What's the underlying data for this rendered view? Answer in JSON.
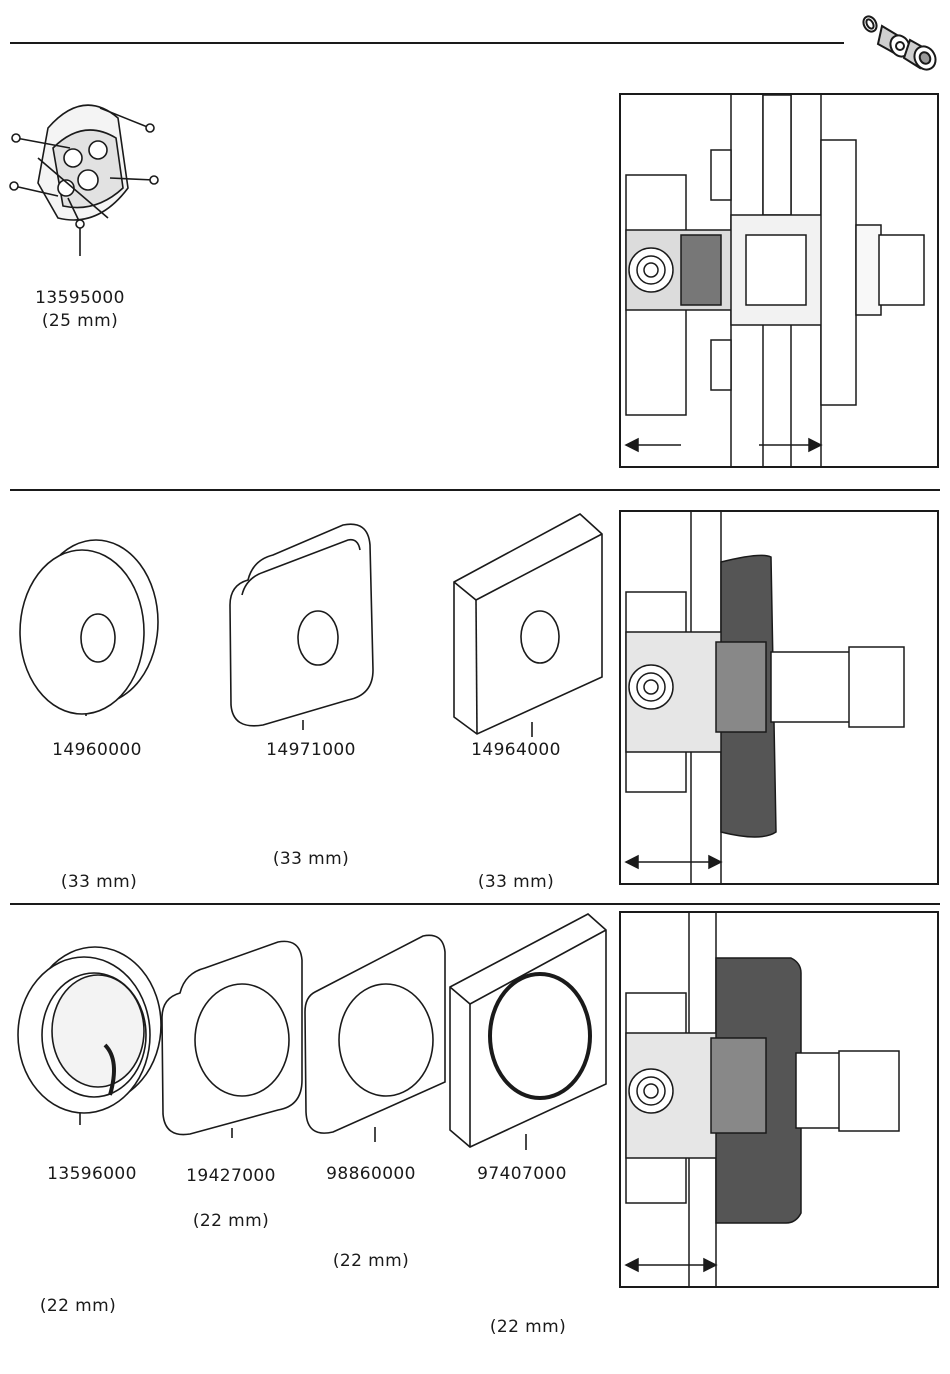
{
  "header": {
    "icon": "accessories-icon"
  },
  "sections": [
    {
      "id": "extension-set",
      "items": [
        {
          "part_number": "13595000",
          "thickness": "(25 mm)",
          "icon": "extension-set-icon"
        }
      ]
    },
    {
      "id": "escutcheons-33",
      "items": [
        {
          "part_number": "14960000",
          "thickness": "(33 mm)",
          "icon": "round-escutcheon-icon"
        },
        {
          "part_number": "14971000",
          "thickness": "(33 mm)",
          "icon": "soft-square-escutcheon-icon"
        },
        {
          "part_number": "14964000",
          "thickness": "(33 mm)",
          "icon": "square-escutcheon-icon"
        }
      ]
    },
    {
      "id": "escutcheons-22",
      "items": [
        {
          "part_number": "13596000",
          "thickness": "(22 mm)",
          "icon": "round-trim-ring-icon"
        },
        {
          "part_number": "19427000",
          "thickness": "(22 mm)",
          "icon": "soft-square-trim-icon"
        },
        {
          "part_number": "98860000",
          "thickness": "(22 mm)",
          "icon": "rounded-square-trim-icon"
        },
        {
          "part_number": "97407000",
          "thickness": "(22 mm)",
          "icon": "square-trim-icon"
        }
      ]
    }
  ]
}
